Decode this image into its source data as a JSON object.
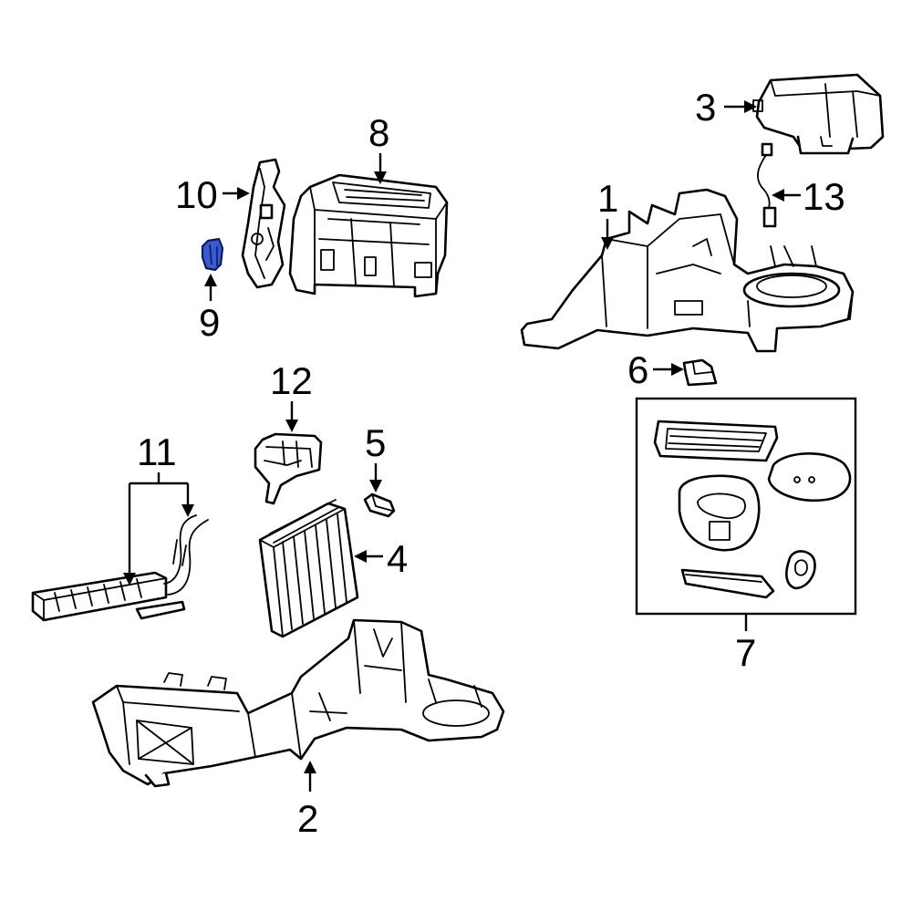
{
  "callouts": {
    "c1": "1",
    "c2": "2",
    "c3": "3",
    "c4": "4",
    "c5": "5",
    "c6": "6",
    "c7": "7",
    "c8": "8",
    "c9": "9",
    "c10": "10",
    "c11": "11",
    "c12": "12",
    "c13": "13"
  },
  "colors": {
    "line": "#000000",
    "background": "#ffffff",
    "highlight_fill": "#3a5bd0",
    "highlight_stroke": "#0a1a60"
  },
  "highlighted_part": "9"
}
